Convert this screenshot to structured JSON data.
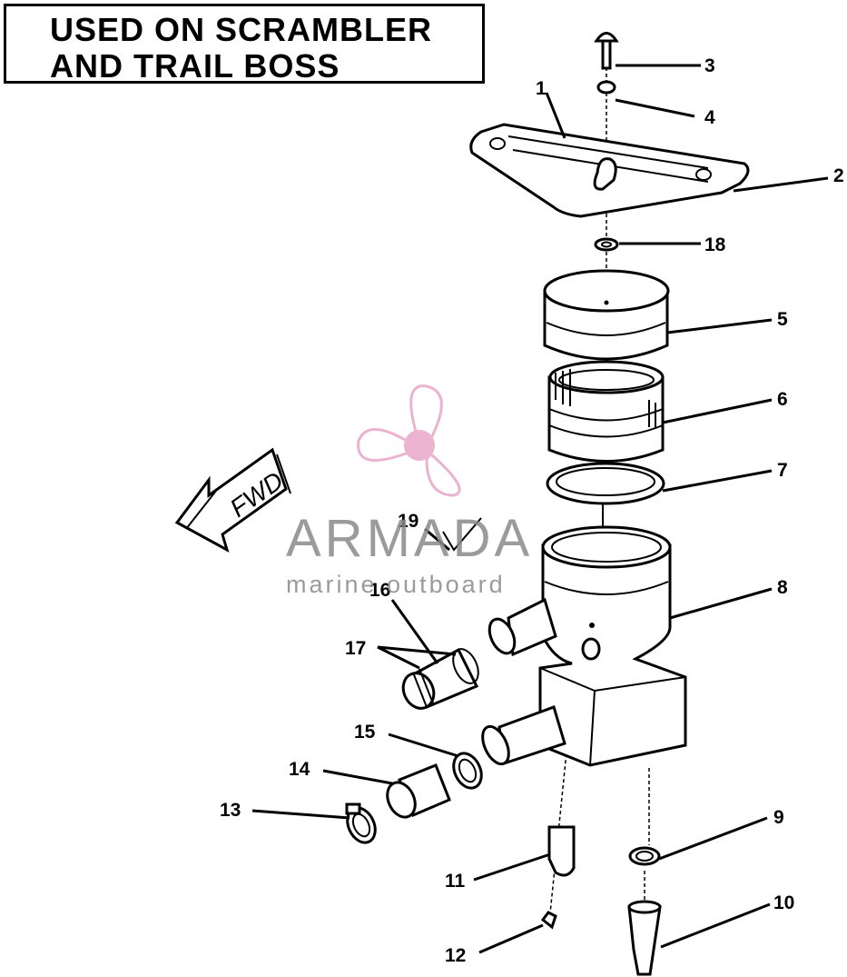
{
  "title": {
    "line1": "USED ON SCRAMBLER",
    "line2": "AND TRAIL BOSS"
  },
  "direction_arrow": {
    "label": "FWD"
  },
  "watermark": {
    "brand": "ARMADA",
    "tagline": "marine outboard",
    "color": "#e8a6c8",
    "text_color": "#8a8a8a"
  },
  "callouts": [
    {
      "id": "1",
      "label": "1"
    },
    {
      "id": "2",
      "label": "2"
    },
    {
      "id": "3",
      "label": "3"
    },
    {
      "id": "4",
      "label": "4"
    },
    {
      "id": "5",
      "label": "5"
    },
    {
      "id": "6",
      "label": "6"
    },
    {
      "id": "7",
      "label": "7"
    },
    {
      "id": "8",
      "label": "8"
    },
    {
      "id": "9",
      "label": "9"
    },
    {
      "id": "10",
      "label": "10"
    },
    {
      "id": "11",
      "label": "11"
    },
    {
      "id": "12",
      "label": "12"
    },
    {
      "id": "13",
      "label": "13"
    },
    {
      "id": "14",
      "label": "14"
    },
    {
      "id": "15",
      "label": "15"
    },
    {
      "id": "16",
      "label": "16"
    },
    {
      "id": "17",
      "label": "17"
    },
    {
      "id": "18",
      "label": "18"
    },
    {
      "id": "19",
      "label": "19"
    }
  ]
}
